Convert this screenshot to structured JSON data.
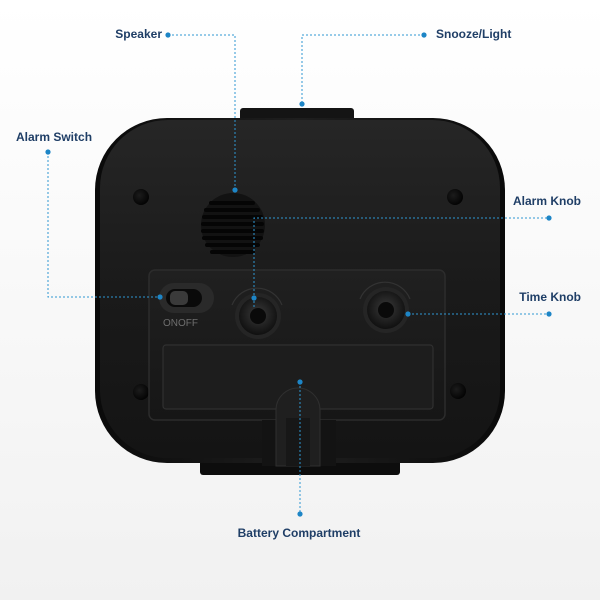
{
  "colors": {
    "callout_text": "#1f3e66",
    "leader_line": "#2f97d2",
    "leader_dot": "#1d85c6",
    "device_body": "#1b1b1b",
    "device_edge": "#050505",
    "background": "#f3f3f3"
  },
  "labels": {
    "speaker": "Speaker",
    "snooze_light": "Snooze/Light",
    "alarm_switch": "Alarm Switch",
    "alarm_knob": "Alarm Knob",
    "time_knob": "Time Knob",
    "battery_compartment": "Battery Compartment"
  },
  "device": {
    "switch_on_label": "ON",
    "switch_off_label": "OFF"
  }
}
